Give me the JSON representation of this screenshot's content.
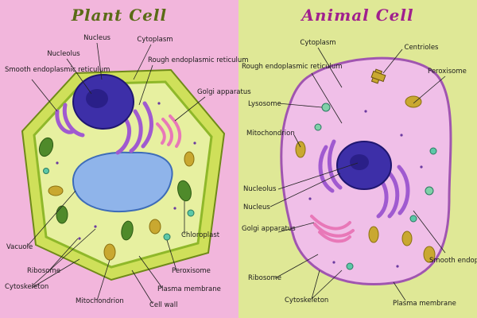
{
  "colors": {
    "left_bg": "#f2b6dc",
    "right_bg": "#dfe896",
    "plant_title": "#5a6b16",
    "animal_title": "#a0208e",
    "cell_wall": "#cfe05a",
    "membrane": "#8fb82a",
    "vacuole": "#8fb4ea",
    "nucleus": "#3d2fa8",
    "er": "#a05ad0",
    "golgi": "#e878b8",
    "chloroplast": "#4f8a2a",
    "mitochondrion": "#c9a830",
    "animal_cytoplasm": "#f0bfe8",
    "peroxisome": "#5cc8a8"
  },
  "plant": {
    "title": "Plant Cell",
    "labels": {
      "nucleus": "Nucleus",
      "cytoplasm": "Cytoplasm",
      "nucleolus": "Nucleolus",
      "rough_er": "Rough endoplasmic reticulum",
      "smooth_er": "Smooth endoplasmic reticulum",
      "golgi": "Golgi apparatus",
      "vacuole": "Vacuole",
      "ribosome": "Ribosome",
      "cytoskeleton": "Cytoskeleton",
      "mitochondrion": "Mitochondrion",
      "cell_wall": "Cell wall",
      "plasma_membrane": "Plasma membrane",
      "peroxisome": "Peroxisome",
      "chloroplast": "Chloroplast"
    }
  },
  "animal": {
    "title": "Animal Cell",
    "labels": {
      "cytoplasm": "Cytoplasm",
      "centrioles": "Centrioles",
      "rough_er": "Rough endoplasmic reticulum",
      "peroxisome": "Peroxisome",
      "lysosome": "Lysosome",
      "mitochondrion": "Mitochondrion",
      "nucleolus": "Nucleolus",
      "nucleus": "Nucleus",
      "golgi": "Golgi apparatus",
      "ribosome": "Ribosome",
      "cytoskeleton": "Cytoskeleton",
      "smooth_er": "Smooth endoplasmic reticulum",
      "plasma_membrane": "Plasma membrane"
    }
  }
}
